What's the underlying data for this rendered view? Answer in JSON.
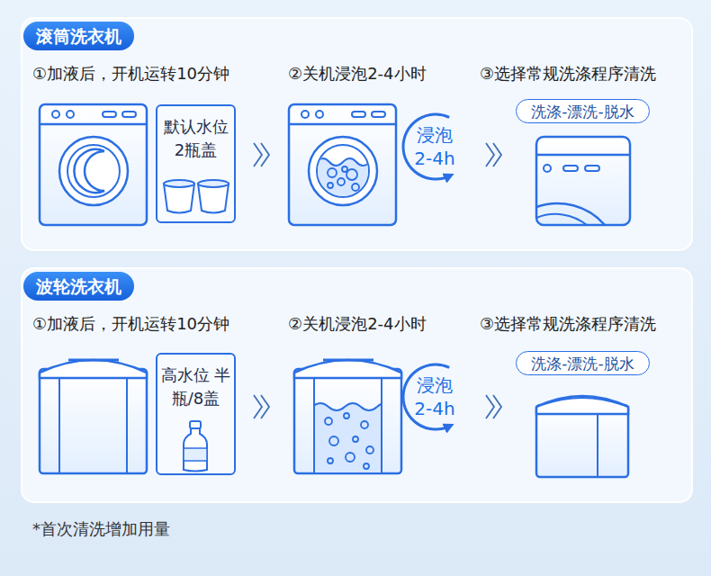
{
  "diagram": {
    "nodes": [
      {
        "text": [
          "滚筒洗衣机"
        ]
      },
      {
        "text": [
          "默认水位 2瓶盖"
        ],
        "in": 0
      },
      {
        "text": [
          "洗涤-漂洗-脱水"
        ],
        "in": 0
      },
      {
        "text": [
          "波轮洗衣机"
        ]
      },
      {
        "text": [
          "高水位 半瓶/8盖"
        ],
        "in": 3
      },
      {
        "text": [
          "洗涤-漂洗-脱水"
        ],
        "in": 3
      }
    ],
    "edges": [],
    "labels": [
      "①加液后，开机运转10分钟",
      "②关机浸泡2-4小时",
      "③选择常规洗涤程序清洗",
      "浸泡 2-4h",
      "①加液后，开机运转10分钟",
      "②关机浸泡2-4小时",
      "③选择常规洗涤程序清洗",
      "浸泡 2-4h",
      "*首次清洗增加用量"
    ]
  }
}
